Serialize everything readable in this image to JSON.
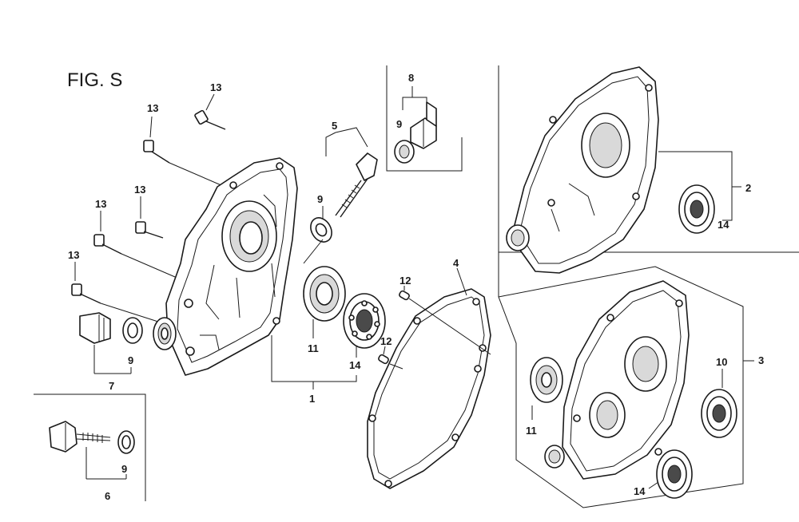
{
  "figure": {
    "title": "FIG. S"
  },
  "callouts": {
    "c1": "1",
    "c2": "2",
    "c3": "3",
    "c4": "4",
    "c5": "5",
    "c6": "6",
    "c7": "7",
    "c8": "8",
    "c9_oil_cap_5": "9",
    "c9_oil_cap_8": "9",
    "c9_drain_plug_7": "9",
    "c9_dipstick_6": "9",
    "c10": "10",
    "c11_main": "11",
    "c11_assy3": "11",
    "c12_upper": "12",
    "c12_lower": "12",
    "c13_a": "13",
    "c13_b": "13",
    "c13_c": "13",
    "c13_d": "13",
    "c13_e": "13",
    "c14_main": "14",
    "c14_assy2": "14",
    "c14_assy3": "14"
  }
}
